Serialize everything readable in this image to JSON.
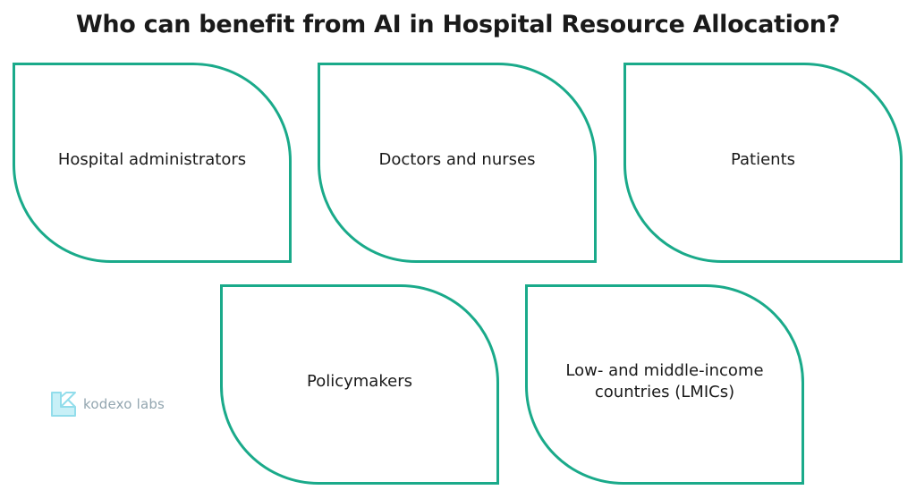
{
  "title": "Who can benefit from AI in Hospital Resource Allocation?",
  "cards": [
    {
      "label": "Hospital administrators"
    },
    {
      "label": "Doctors and nurses"
    },
    {
      "label": "Patients"
    },
    {
      "label": "Policymakers"
    },
    {
      "label": "Low- and middle-income countries (LMICs)"
    }
  ],
  "logo": {
    "text": "kodexo labs"
  },
  "colors": {
    "card_border": "#1aaa8a",
    "title_text": "#1a1a1a",
    "logo_accent": "#7fd8e8",
    "logo_text": "#7f96a2"
  }
}
